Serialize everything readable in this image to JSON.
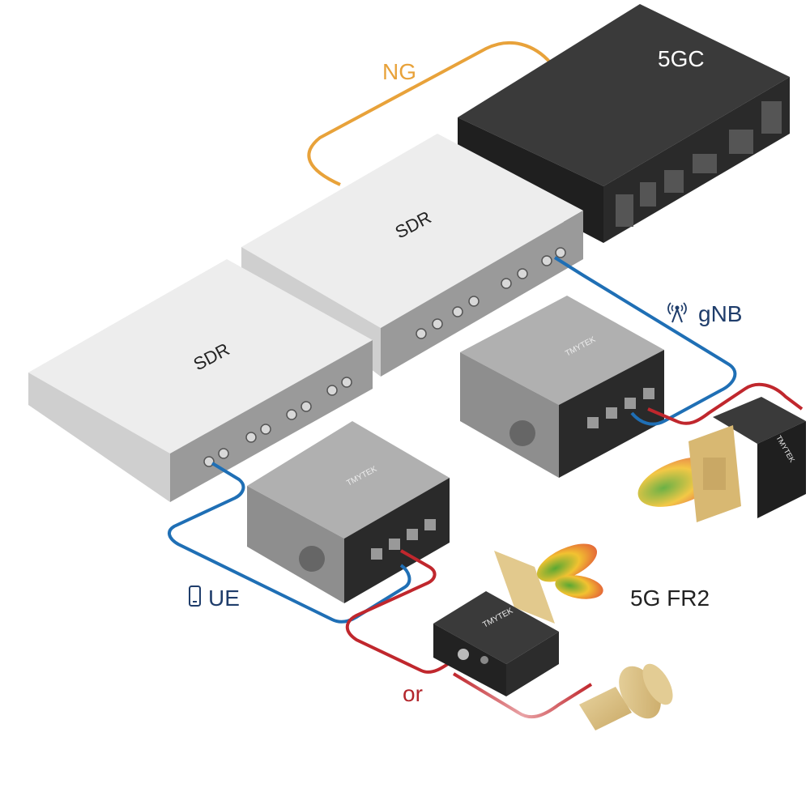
{
  "labels": {
    "ng": "NG",
    "core": "5GC",
    "sdr_top": "SDR",
    "sdr_bottom": "SDR",
    "gnb": "gNB",
    "ue": "UE",
    "fr2": "5G FR2",
    "or": "or",
    "converter_brand": "TMYTEK"
  },
  "colors": {
    "ng_cable": "#e8a23a",
    "rf_cable_blue": "#1f6fb5",
    "rf_cable_red": "#c0272d",
    "ng_text": "#e8a23a",
    "ue_text": "#1f3d6b",
    "gnb_text": "#1f3d6b",
    "or_text": "#b3262c",
    "core_body": "#2b2b2b",
    "sdr_body": "#e6e6e6",
    "converter_body": "#8e8e8e"
  },
  "icons": {
    "gnb": "antenna-icon",
    "ue": "phone-icon"
  }
}
